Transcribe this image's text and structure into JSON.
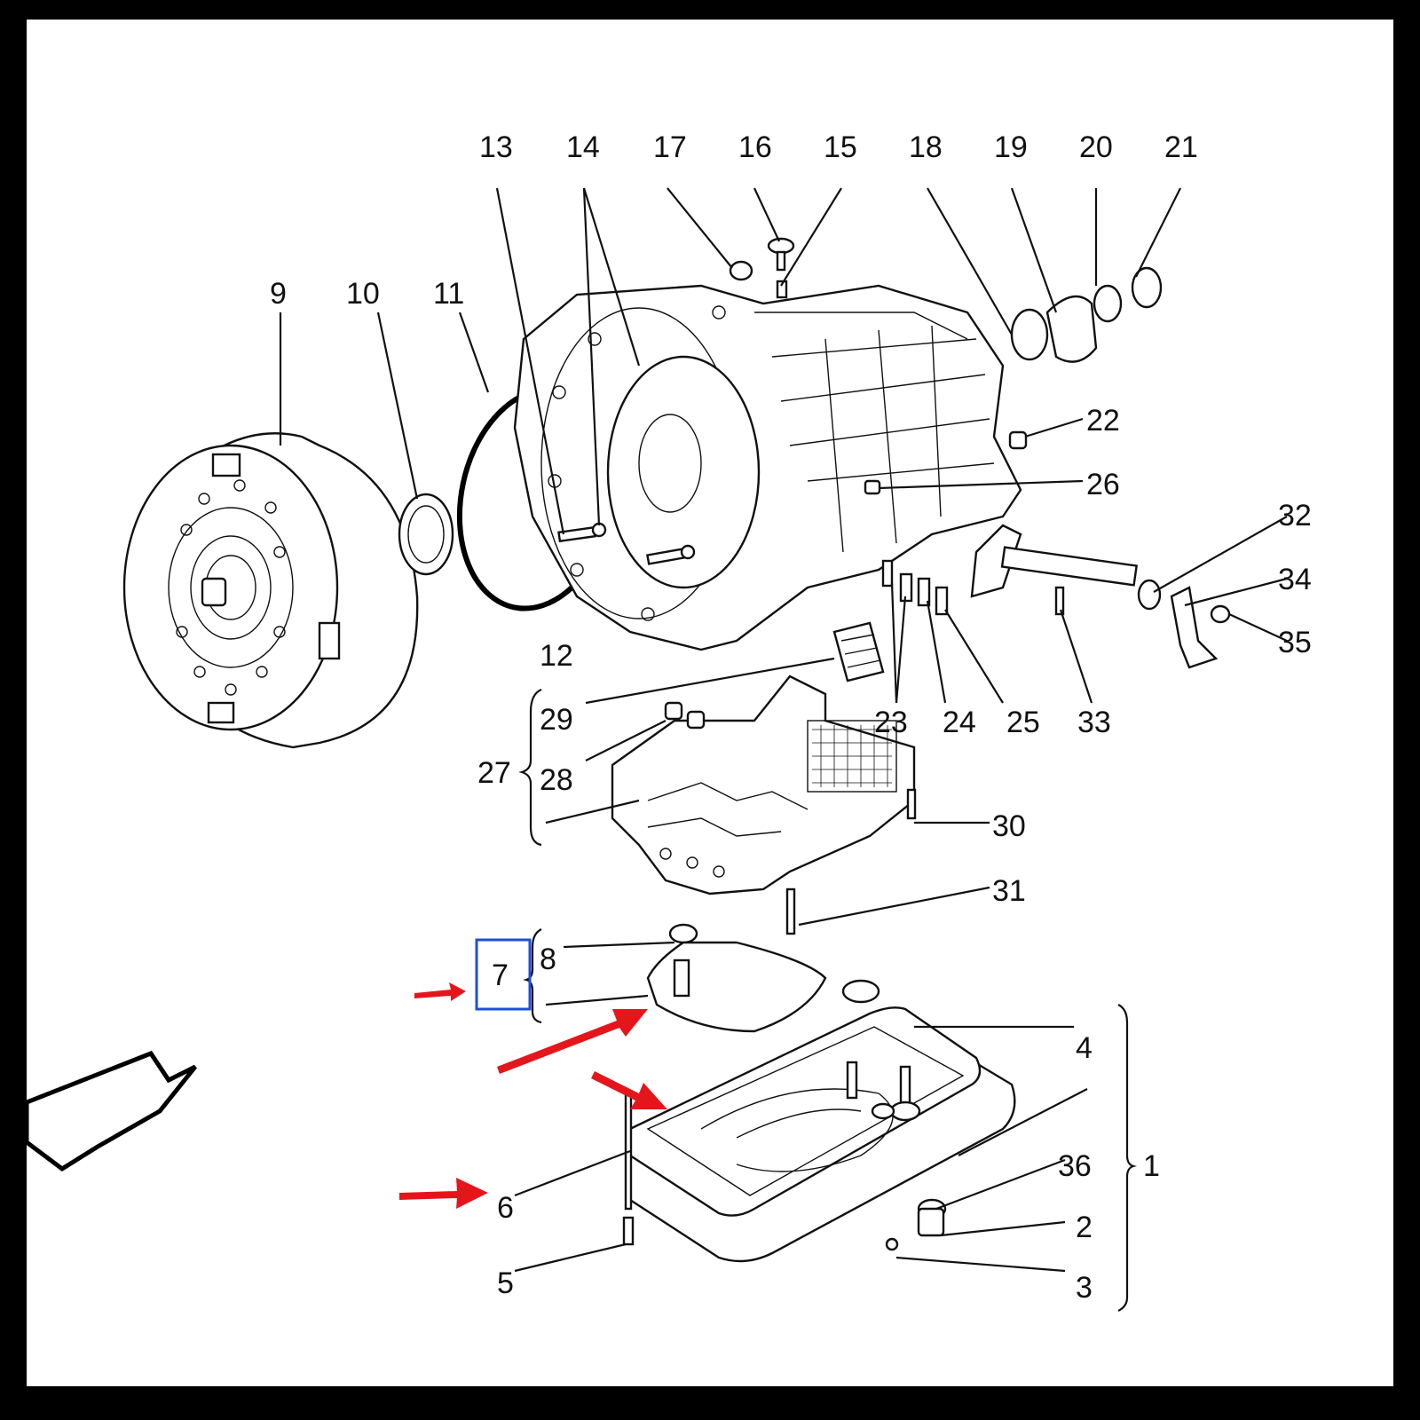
{
  "callouts": [
    {
      "num": "1"
    },
    {
      "num": "2"
    },
    {
      "num": "3"
    },
    {
      "num": "4"
    },
    {
      "num": "5"
    },
    {
      "num": "6"
    },
    {
      "num": "7"
    },
    {
      "num": "8"
    },
    {
      "num": "9"
    },
    {
      "num": "10"
    },
    {
      "num": "11"
    },
    {
      "num": "12"
    },
    {
      "num": "13"
    },
    {
      "num": "14"
    },
    {
      "num": "15"
    },
    {
      "num": "16"
    },
    {
      "num": "17"
    },
    {
      "num": "18"
    },
    {
      "num": "19"
    },
    {
      "num": "20"
    },
    {
      "num": "21"
    },
    {
      "num": "22"
    },
    {
      "num": "23"
    },
    {
      "num": "24"
    },
    {
      "num": "25"
    },
    {
      "num": "26"
    },
    {
      "num": "27"
    },
    {
      "num": "28"
    },
    {
      "num": "29"
    },
    {
      "num": "30"
    },
    {
      "num": "31"
    },
    {
      "num": "32"
    },
    {
      "num": "33"
    },
    {
      "num": "34"
    },
    {
      "num": "35"
    },
    {
      "num": "36"
    }
  ],
  "highlight": {
    "part": "7",
    "box_color": "#1f4fd8",
    "arrow_color": "#e4161b"
  }
}
